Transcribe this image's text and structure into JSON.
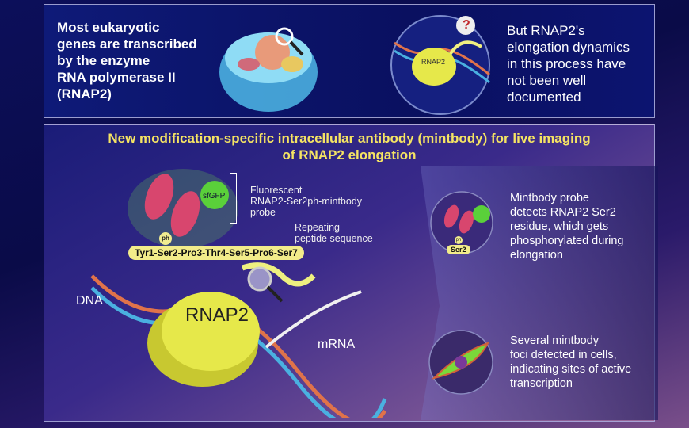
{
  "top": {
    "left_text": [
      "Most eukaryotic",
      "genes are transcribed",
      "by the enzyme",
      "RNA polymerase II",
      "(RNAP2)"
    ],
    "circle_label": "RNAP2",
    "question_mark": "?",
    "right_text": [
      "But RNAP2's",
      "elongation dynamics",
      "in this process have",
      "not been well",
      "documented"
    ]
  },
  "bottom": {
    "title": [
      "New modification-specific intracellular antibody (mintbody) for live imaging",
      "of RNAP2 elongation"
    ],
    "sfgfp_label": "sfGFP",
    "probe_label": [
      "Fluorescent",
      "RNAP2-Ser2ph-mintbody",
      "probe"
    ],
    "ph_label": "ph",
    "peptide_sequence": "Tyr1-Ser2-Pro3-Thr4-Ser5-Pro6-Ser7",
    "repeating_label": [
      "Repeating",
      "peptide sequence"
    ],
    "dna_label": "DNA",
    "rnap2_label": "RNAP2",
    "mrna_label": "mRNA",
    "step1": {
      "ph": "ph",
      "ser_label": "Ser2",
      "text": [
        "Mintbody probe",
        "detects RNAP2 Ser2",
        "residue, which gets",
        "phosphorylated during",
        "elongation"
      ]
    },
    "step2": {
      "text": [
        "Several mintbody",
        "foci detected in cells,",
        "indicating sites of active",
        "transcription"
      ]
    }
  }
}
